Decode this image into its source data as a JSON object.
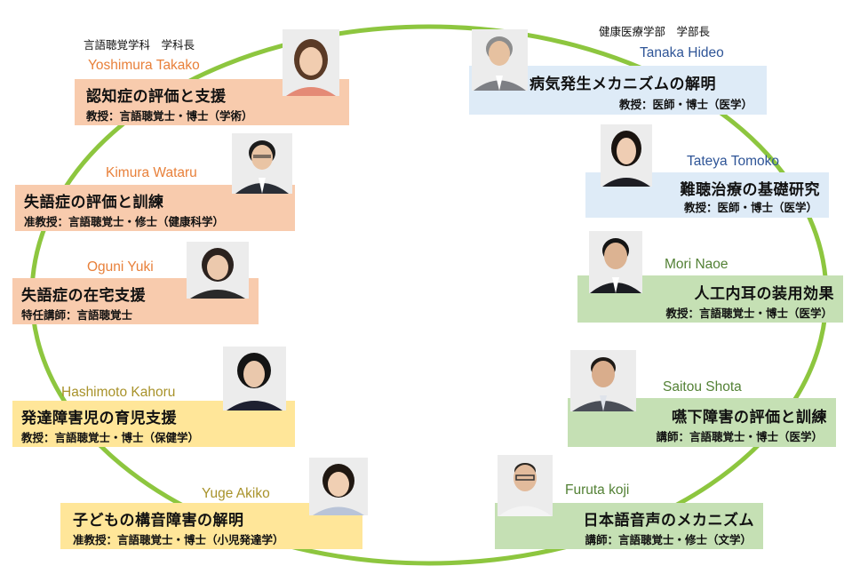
{
  "ring": {
    "color": "#8dc63f"
  },
  "colors": {
    "orange_box": "#f8cbad",
    "yellow_box": "#ffe699",
    "blue_box": "#deebf7",
    "green_box": "#c5e0b4",
    "orange_name": "#e8803a",
    "olive_name": "#a8922a",
    "blue_name": "#2f5597",
    "green_name": "#538135"
  },
  "roles": {
    "left": "言語聴覚学科　学科長",
    "right": "健康医療学部　学部長"
  },
  "members": [
    {
      "name": "Yoshimura Takako",
      "research": "認知症の評価と支援",
      "position": "教授：言語聴覚士・博士（学術）",
      "photo": "woman-portrait-icon"
    },
    {
      "name": "Kimura Wataru",
      "research": "失語症の評価と訓練",
      "position": "准教授：言語聴覚士・修士（健康科学）",
      "photo": "man-portrait-icon"
    },
    {
      "name": "Oguni Yuki",
      "research": "失語症の在宅支援",
      "position": "特任講師：言語聴覚士",
      "photo": "woman-portrait-icon"
    },
    {
      "name": "Hashimoto Kahoru",
      "research": "発達障害児の育児支援",
      "position": "教授：言語聴覚士・博士（保健学）",
      "photo": "woman-portrait-icon"
    },
    {
      "name": "Yuge Akiko",
      "research": "子どもの構音障害の解明",
      "position": "准教授：言語聴覚士・博士（小児発達学）",
      "photo": "woman-portrait-icon"
    },
    {
      "name": "Tanaka Hideo",
      "research": "病気発生メカニズムの解明",
      "position": "教授：医師・博士（医学）",
      "photo": "man-portrait-icon"
    },
    {
      "name": "Tateya Tomoko",
      "research": "難聴治療の基礎研究",
      "position": "教授：医師・博士（医学）",
      "photo": "woman-portrait-icon"
    },
    {
      "name": "Mori Naoe",
      "research": "人工内耳の装用効果",
      "position": "教授：言語聴覚士・博士（医学）",
      "photo": "man-portrait-icon"
    },
    {
      "name": "Saitou Shota",
      "research": "嚥下障害の評価と訓練",
      "position": "講師：言語聴覚士・博士（医学）",
      "photo": "man-portrait-icon"
    },
    {
      "name": "Furuta koji",
      "research": "日本語音声のメカニズム",
      "position": "講師：言語聴覚士・修士（文学）",
      "photo": "man-portrait-icon"
    }
  ]
}
